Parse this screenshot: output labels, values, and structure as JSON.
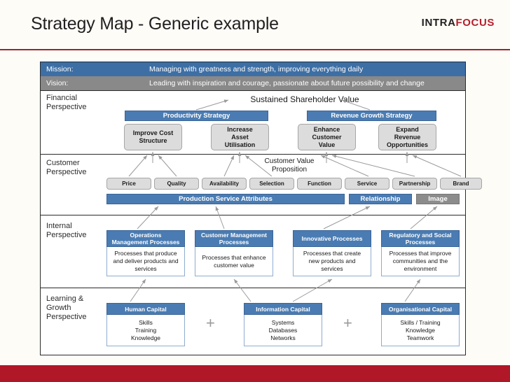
{
  "header": {
    "title": "Strategy Map - Generic example",
    "logo_primary": "INTRA",
    "logo_accent": "FOCUS",
    "rule_color": "#9b2430",
    "footer_color": "#b01727"
  },
  "mission": {
    "label": "Mission:",
    "text": "Managing with greatness and strength, improving everything daily"
  },
  "vision": {
    "label": "Vision:",
    "text": "Leading with inspiration and courage, passionate about future possibility and change"
  },
  "perspectives": {
    "financial": "Financial\nPerspective",
    "customer": "Customer\nPerspective",
    "internal": "Internal\nPerspective",
    "learning": "Learning &\nGrowth\nPerspective"
  },
  "financial": {
    "apex": "Sustained Shareholder Value",
    "strategies": [
      {
        "label": "Productivity Strategy"
      },
      {
        "label": "Revenue Growth Strategy"
      }
    ],
    "objectives": [
      {
        "label": "Improve Cost\nStructure"
      },
      {
        "label": "Increase\nAsset\nUtilisation"
      },
      {
        "label": "Enhance\nCustomer\nValue"
      },
      {
        "label": "Expand\nRevenue\nOpportunities"
      }
    ]
  },
  "customer": {
    "value_proposition": "Customer Value\nProposition",
    "attributes": [
      "Price",
      "Quality",
      "Availability",
      "Selection",
      "Function",
      "Service",
      "Partnership",
      "Brand"
    ],
    "groups": [
      {
        "label": "Production Service Attributes",
        "style": "blue"
      },
      {
        "label": "Relationship",
        "style": "blue"
      },
      {
        "label": "Image",
        "style": "gray"
      }
    ]
  },
  "internal": {
    "processes": [
      {
        "title": "Operations\nManagement Processes",
        "desc": "Processes that produce\nand deliver products and\nservices"
      },
      {
        "title": "Customer Management\nProcesses",
        "desc": "Processes that enhance\ncustomer value"
      },
      {
        "title": "Innovative Processes",
        "desc": "Processes that create\nnew products and\nservices"
      },
      {
        "title": "Regulatory and Social\nProcesses",
        "desc": "Processes that improve\ncommunities and the\nenvironment"
      }
    ]
  },
  "learning": {
    "capitals": [
      {
        "title": "Human Capital",
        "desc": "Skills\nTraining\nKnowledge"
      },
      {
        "title": "Information Capital",
        "desc": "Systems\nDatabases\nNetworks"
      },
      {
        "title": "Organisational Capital",
        "desc": "Skills / Training\nKnowledge\nTeamwork"
      }
    ],
    "separator": "+"
  },
  "colors": {
    "blue": "#4a7cb3",
    "gray": "#8c8c8c",
    "light_gray": "#dcdcdc",
    "accent_red": "#b01727"
  }
}
